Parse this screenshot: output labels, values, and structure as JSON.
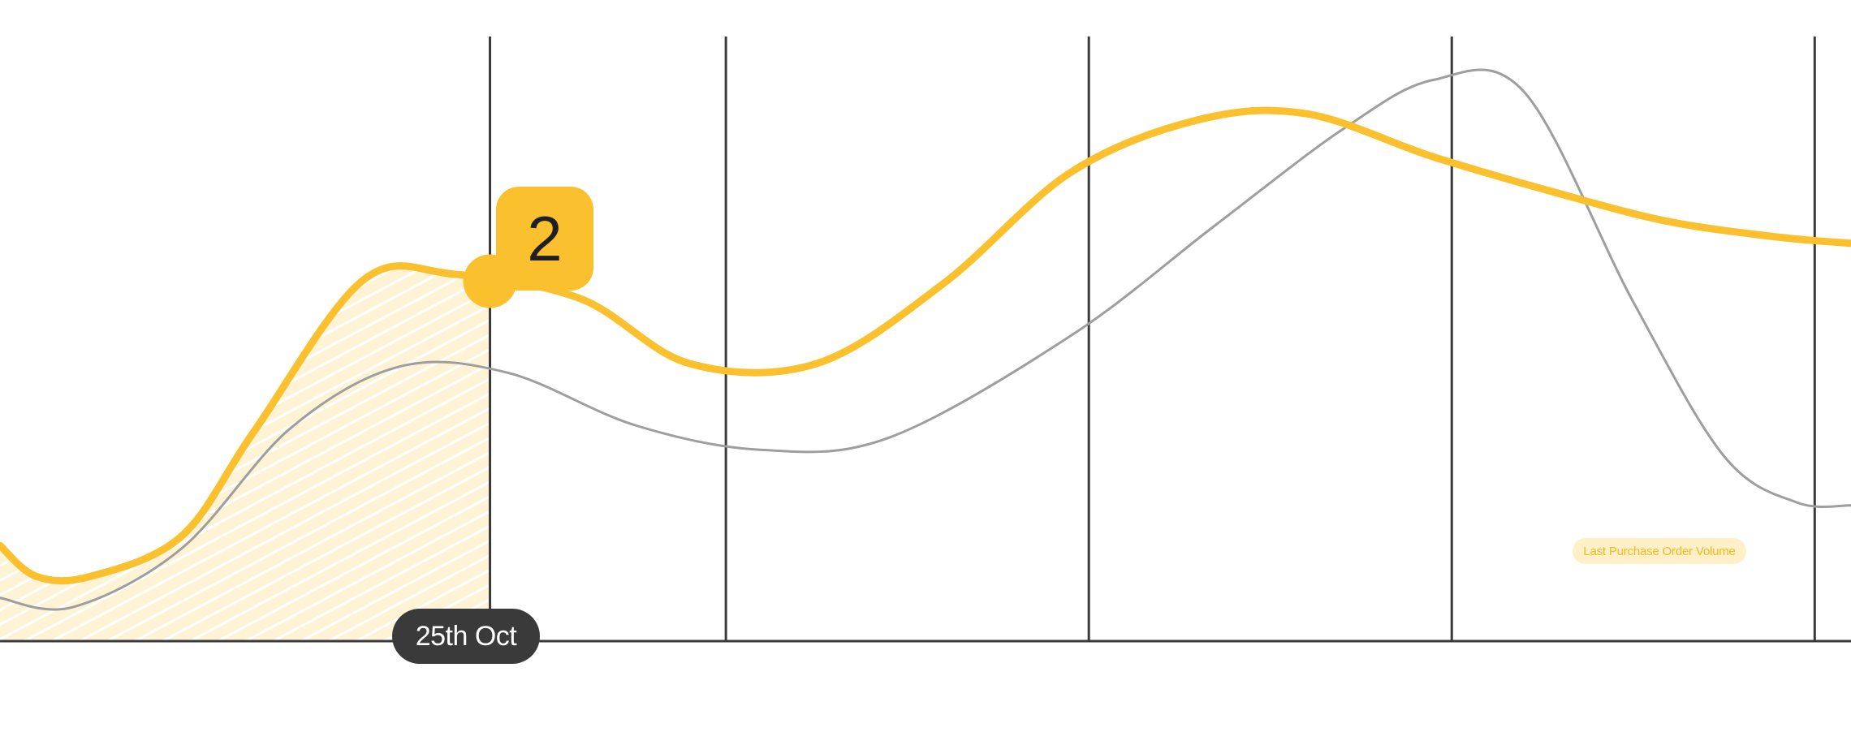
{
  "colors": {
    "primary": "#FBC02D",
    "secondary": "#9E9E9E",
    "grid": "#3A3A3A",
    "hatch_bg": "#FFF3D6",
    "pill_bg": "#3A3A3A",
    "chip_bg": "#FFF0C8",
    "chip_text": "#F3B81E"
  },
  "chart_data": {
    "type": "line",
    "title": "",
    "xlabel": "",
    "ylabel": "",
    "ylim": [
      0,
      10
    ],
    "grid": "vertical",
    "legend": {
      "position": "right",
      "entries": [
        "Last Purchase Order Volume"
      ]
    },
    "series": [
      {
        "name": "Last Purchase Order Volume",
        "color": "primary",
        "x": [
          0,
          0.1,
          0.25,
          0.5,
          0.7,
          1.0,
          1.25,
          1.6,
          1.9,
          2.25,
          2.6,
          2.95,
          3.3,
          3.6,
          3.95,
          4.3,
          4.6,
          4.9,
          5.1
        ],
        "y": [
          1.55,
          1.05,
          1.05,
          1.7,
          3.4,
          5.85,
          5.95,
          5.55,
          4.5,
          4.5,
          5.8,
          7.6,
          8.45,
          8.55,
          7.85,
          7.25,
          6.8,
          6.55,
          6.45
        ]
      },
      {
        "color": "secondary",
        "x": [
          0,
          0.2,
          0.5,
          0.8,
          1.1,
          1.4,
          1.75,
          2.1,
          2.45,
          2.95,
          3.35,
          3.7,
          3.95,
          4.2,
          4.5,
          4.75,
          4.95,
          5.1
        ],
        "y": [
          0.7,
          0.55,
          1.5,
          3.45,
          4.45,
          4.35,
          3.5,
          3.1,
          3.3,
          4.95,
          6.75,
          8.3,
          9.1,
          8.9,
          5.5,
          3.0,
          2.25,
          2.2
        ]
      }
    ],
    "highlight": {
      "x": 1.35,
      "x_label": "25th Oct",
      "value_label": "2"
    }
  }
}
